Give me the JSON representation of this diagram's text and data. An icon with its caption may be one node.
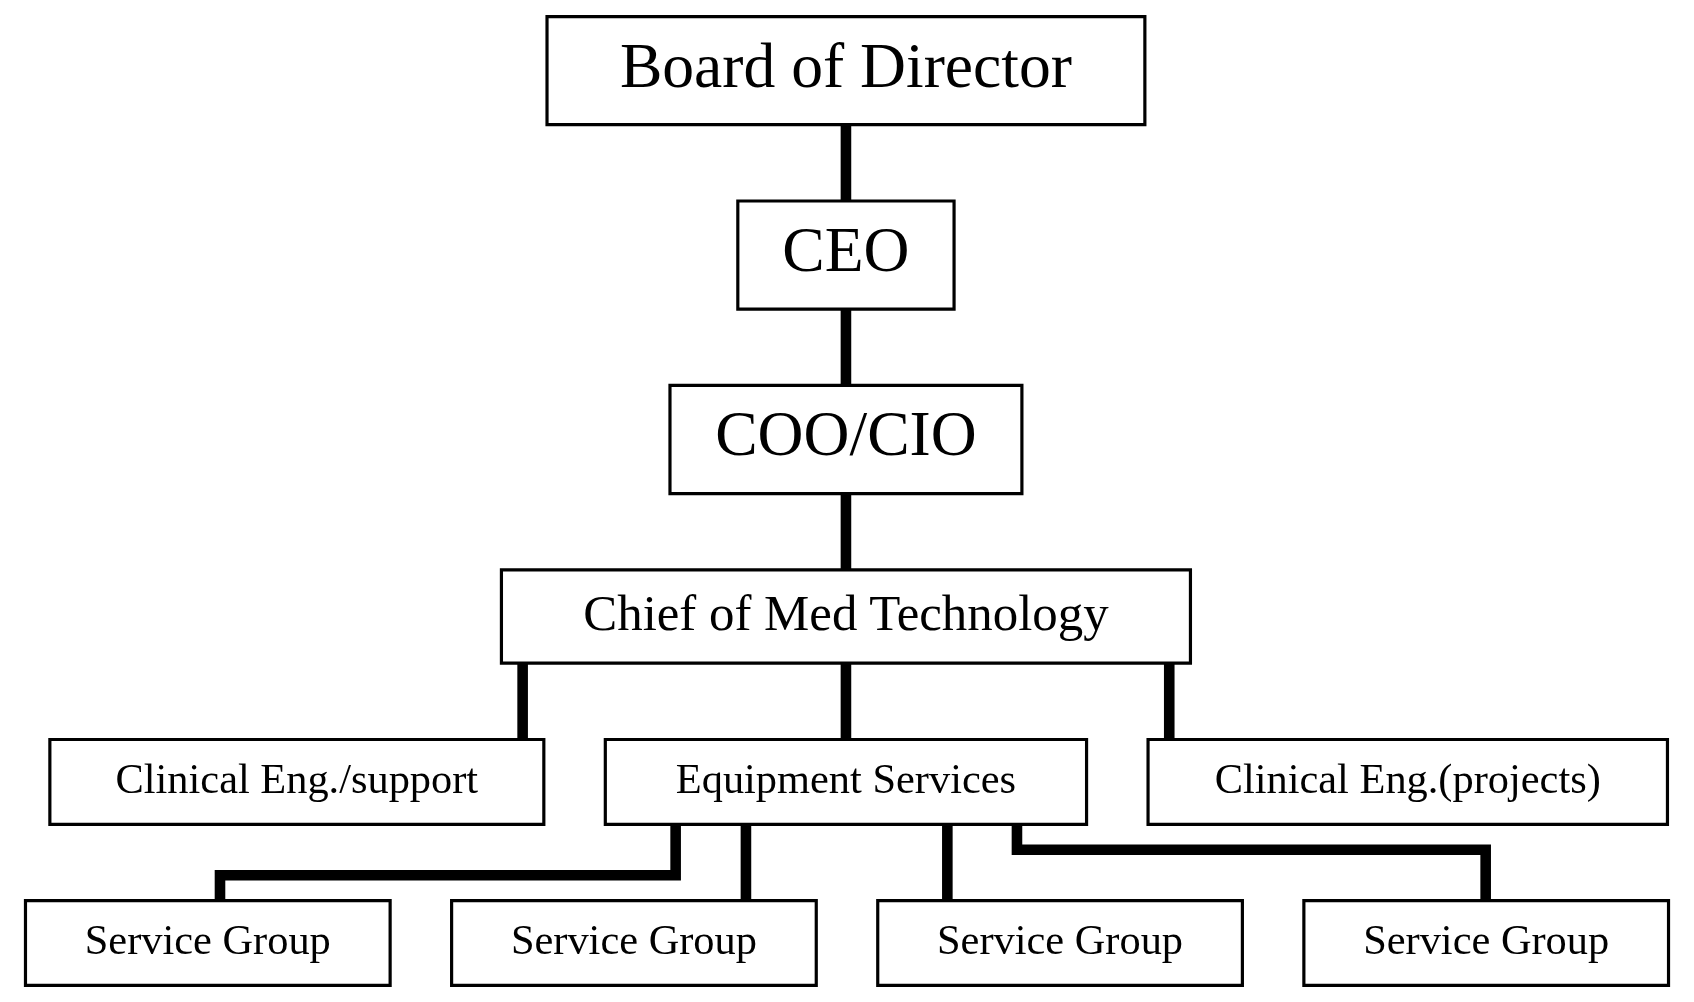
{
  "diagram": {
    "nodes": [
      {
        "text": [
          "Board of Director"
        ]
      },
      {
        "text": [
          "CEO"
        ]
      },
      {
        "text": [
          "COO/CIO"
        ]
      },
      {
        "text": [
          "Chief of Med Technology"
        ]
      },
      {
        "text": [
          "Clinical Eng./support"
        ]
      },
      {
        "text": [
          "Equipment Services"
        ]
      },
      {
        "text": [
          "Clinical Eng.(projects)"
        ]
      },
      {
        "text": [
          "Service Group"
        ]
      },
      {
        "text": [
          "Service Group"
        ]
      },
      {
        "text": [
          "Service Group"
        ]
      },
      {
        "text": [
          "Service Group"
        ]
      }
    ],
    "edges": [
      {
        "from": 0,
        "to": 1,
        "arrow": "none"
      },
      {
        "from": 1,
        "to": 2,
        "arrow": "none"
      },
      {
        "from": 2,
        "to": 3,
        "arrow": "none"
      },
      {
        "from": 3,
        "to": 4,
        "arrow": "none"
      },
      {
        "from": 3,
        "to": 5,
        "arrow": "none"
      },
      {
        "from": 3,
        "to": 6,
        "arrow": "none"
      },
      {
        "from": 5,
        "to": 7,
        "arrow": "none"
      },
      {
        "from": 5,
        "to": 8,
        "arrow": "none"
      },
      {
        "from": 5,
        "to": 9,
        "arrow": "none"
      },
      {
        "from": 5,
        "to": 10,
        "arrow": "none"
      }
    ]
  }
}
